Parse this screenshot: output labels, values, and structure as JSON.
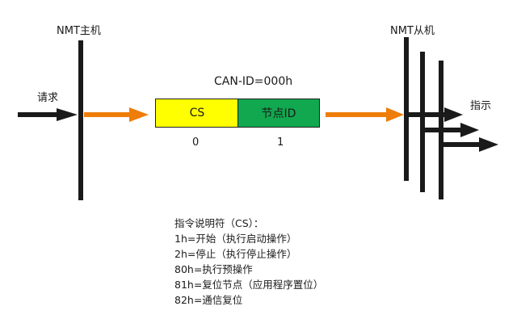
{
  "master": {
    "label": "NMT主机"
  },
  "slave": {
    "label": "NMT从机"
  },
  "request_label": "请求",
  "indication_label": "指示",
  "frame": {
    "can_id_label": "CAN-ID=000h",
    "fields": [
      {
        "name": "CS",
        "byte_index": "0",
        "color": "#ffff00"
      },
      {
        "name": "节点ID",
        "byte_index": "1",
        "color": "#11a84f"
      }
    ]
  },
  "colors": {
    "arrow_orange": "#ee7d0a",
    "line_black": "#1a1a1a"
  },
  "description": {
    "title": "指令说明符（CS）：",
    "items": [
      "1h=开始（执行启动操作）",
      "2h=停止（执行停止操作）",
      "80h=执行预操作",
      "81h=复位节点（应用程序置位）",
      "82h=通信复位"
    ]
  }
}
